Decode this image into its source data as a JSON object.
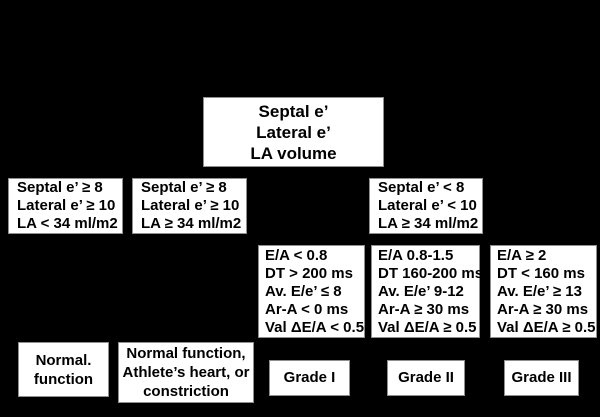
{
  "diagram": {
    "description": "Diastolic function grading flowchart",
    "colors": {
      "background": "#000000",
      "box_fill": "#ffffff",
      "box_border": "#8f8f8f",
      "text": "#000000"
    }
  },
  "boxes": {
    "root": {
      "lines": [
        "Septal e’",
        "Lateral e’",
        "LA volume"
      ]
    },
    "criteria_normal": {
      "lines": [
        "Septal e’ ≥ 8",
        "Lateral e’ ≥ 10",
        "LA < 34 ml/m2"
      ]
    },
    "criteria_athlete": {
      "lines": [
        "Septal e’ ≥ 8",
        "Lateral e’ ≥ 10",
        "LA ≥ 34 ml/m2"
      ]
    },
    "criteria_abnormal": {
      "lines": [
        "Septal e’ < 8",
        "Lateral e’ < 10",
        "LA ≥ 34 ml/m2"
      ]
    },
    "criteria_grade1": {
      "lines": [
        "E/A < 0.8",
        "DT > 200 ms",
        "Av. E/e’ ≤ 8",
        "Ar-A < 0 ms",
        "Val ΔE/A < 0.5"
      ]
    },
    "criteria_grade2": {
      "lines": [
        "E/A 0.8-1.5",
        "DT 160-200 ms",
        "Av. E/e’ 9-12",
        "Ar-A ≥ 30 ms",
        "Val ΔE/A ≥ 0.5"
      ]
    },
    "criteria_grade3": {
      "lines": [
        "E/A ≥ 2",
        "DT < 160 ms",
        "Av. E/e’ ≥ 13",
        "Ar-A ≥ 30 ms",
        "Val ΔE/A ≥ 0.5"
      ]
    },
    "outcome_normal": {
      "lines": [
        "Normal.",
        "function"
      ]
    },
    "outcome_athlete": {
      "lines": [
        "Normal function,",
        "Athlete’s heart, or",
        "constriction"
      ]
    },
    "outcome_grade1": {
      "lines": [
        "Grade I"
      ]
    },
    "outcome_grade2": {
      "lines": [
        "Grade II"
      ]
    },
    "outcome_grade3": {
      "lines": [
        "Grade III"
      ]
    }
  }
}
